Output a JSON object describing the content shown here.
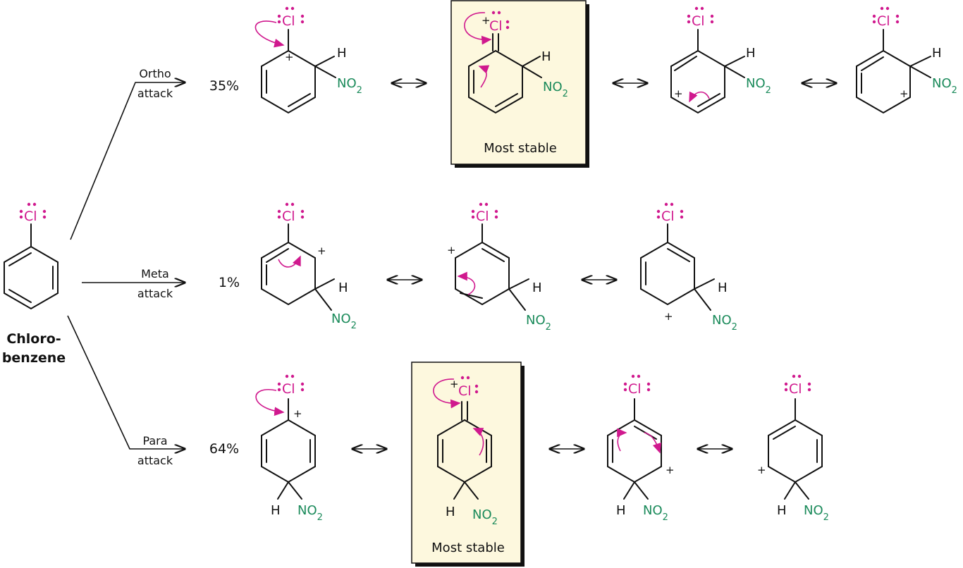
{
  "molecule_name": [
    "Chloro-",
    "benzene"
  ],
  "substituent": "Cl",
  "group": "NO",
  "group_subscript": "2",
  "hydrogen": "H",
  "plus": "+",
  "resonance_symbol": "⟷",
  "paths": [
    {
      "id": "ortho",
      "name_line1": "Ortho",
      "name_line2": "attack",
      "percent": "35%"
    },
    {
      "id": "meta",
      "name_line1": "Meta",
      "name_line2": "attack",
      "percent": "1%"
    },
    {
      "id": "para",
      "name_line1": "Para",
      "name_line2": "attack",
      "percent": "64%"
    }
  ],
  "most_stable_label": "Most stable",
  "colors": {
    "chlorine": "#d0198e",
    "nitro": "#1a8a5a",
    "highlight_box": "#fdf8de"
  }
}
